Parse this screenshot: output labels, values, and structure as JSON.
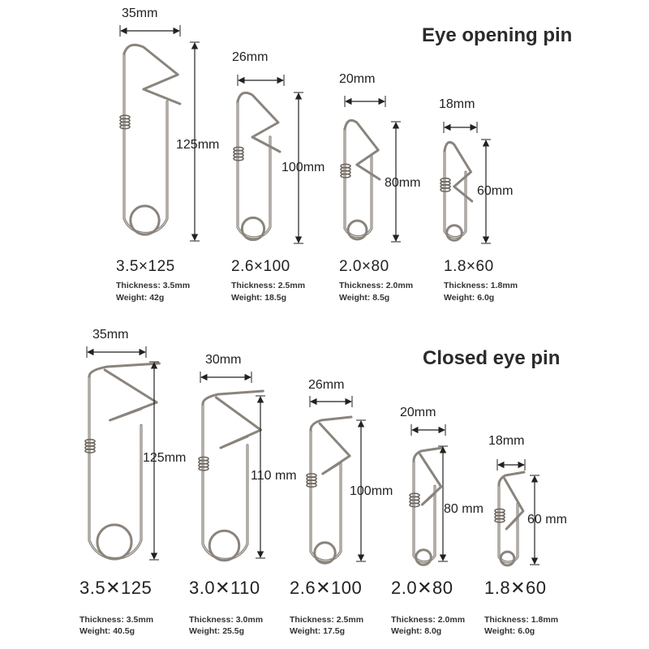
{
  "sections": [
    {
      "title": "Eye opening pin",
      "pins": [
        {
          "width_label": "35mm",
          "length_label": "125mm",
          "model": "3.5×125",
          "thickness": "Thickness: 3.5mm",
          "weight": "Weight: 42g"
        },
        {
          "width_label": "26mm",
          "length_label": "100mm",
          "model": "2.6×100",
          "thickness": "Thickness: 2.5mm",
          "weight": "Weight: 18.5g"
        },
        {
          "width_label": "20mm",
          "length_label": "80mm",
          "model": "2.0×80",
          "thickness": "Thickness: 2.0mm",
          "weight": "Weight: 8.5g"
        },
        {
          "width_label": "18mm",
          "length_label": "60mm",
          "model": "1.8×60",
          "thickness": "Thickness: 1.8mm",
          "weight": "Weight: 6.0g"
        }
      ]
    },
    {
      "title": "Closed eye pin",
      "pins": [
        {
          "width_label": "35mm",
          "length_label": "125mm",
          "model": "3.5✕125",
          "thickness": "Thickness: 3.5mm",
          "weight": "Weight: 40.5g"
        },
        {
          "width_label": "30mm",
          "length_label": "110 mm",
          "model": "3.0✕110",
          "thickness": "Thickness: 3.0mm",
          "weight": "Weight: 25.5g"
        },
        {
          "width_label": "26mm",
          "length_label": "100mm",
          "model": "2.6✕100",
          "thickness": "Thickness: 2.5mm",
          "weight": "Weight: 17.5g"
        },
        {
          "width_label": "20mm",
          "length_label": "80 mm",
          "model": "2.0✕80",
          "thickness": "Thickness: 2.0mm",
          "weight": "Weight: 8.0g"
        },
        {
          "width_label": "18mm",
          "length_label": "60 mm",
          "model": "1.8✕60",
          "thickness": "Thickness: 1.8mm",
          "weight": "Weight: 6.0g"
        }
      ]
    }
  ],
  "colors": {
    "wire": "#8a847c",
    "wire_highlight": "#d8d4ce",
    "dimension_line": "#222222"
  }
}
